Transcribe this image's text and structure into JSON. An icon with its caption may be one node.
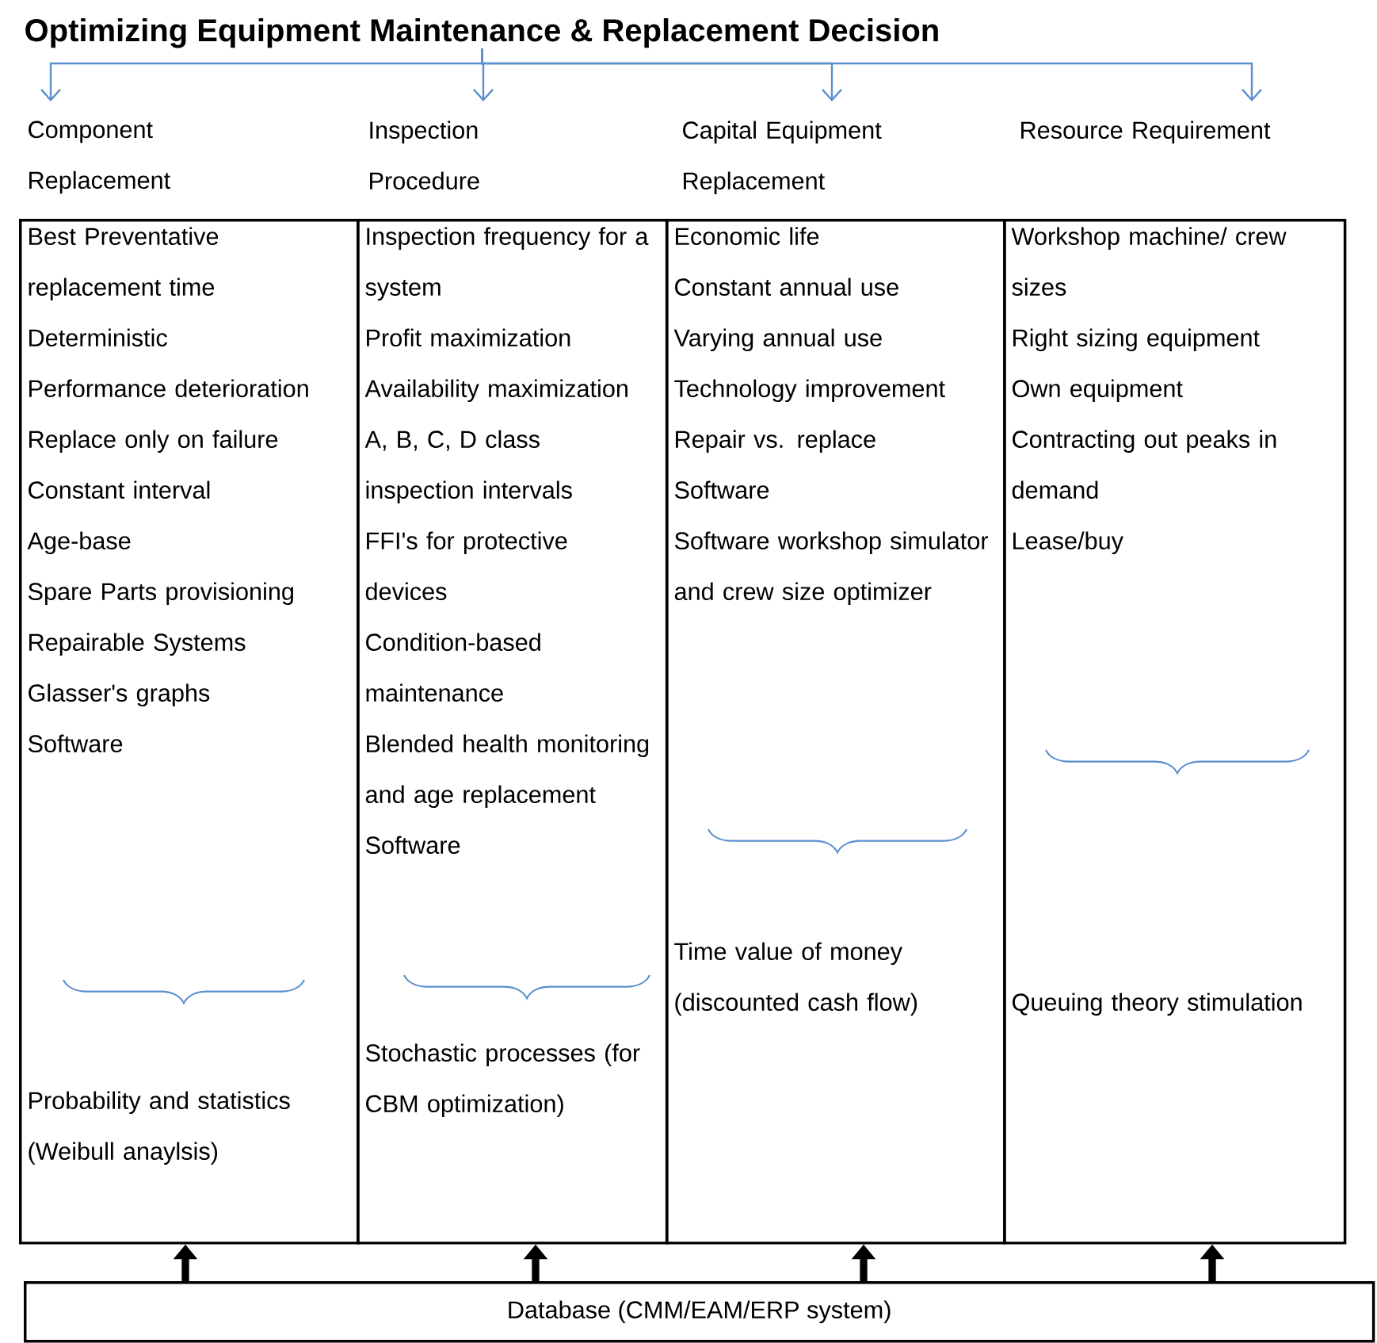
{
  "diagram": {
    "nodes": [
      {
        "text": [
          "Optimizing Equipment Maintenance & Replacement Decision"
        ]
      },
      {
        "text": [
          "Component Replacement"
        ]
      },
      {
        "text": [
          "Inspection Procedure"
        ]
      },
      {
        "text": [
          "Capital Equipment Replacement"
        ]
      },
      {
        "text": [
          "Resource Requirement"
        ]
      },
      {
        "text": [
          "Best Preventative replacement time",
          "Deterministic",
          "Performance deterioration",
          "Replace only on failure",
          "Constant interval",
          "Age-base",
          "Spare Parts provisioning",
          "Repairable Systems",
          "Glasser's graphs",
          "Software",
          "Probability and statistics (Weibull anaylsis)"
        ]
      },
      {
        "text": [
          "Inspection frequency for a system",
          "Profit maximization",
          "Availability maximization",
          "A, B, C, D class inspection intervals",
          "FFI's for protective devices",
          "Condition-based maintenance",
          "Blended health monitoring and age replacement",
          "Software",
          "Stochastic processes (for CBM optimization)"
        ]
      },
      {
        "text": [
          "Economic life",
          "Constant annual use",
          "Varying annual use",
          "Technology improvement",
          "Repair vs. replace",
          "Software",
          "Software workshop simulator and crew size optimizer",
          "Time value of money (discounted cash flow)"
        ]
      },
      {
        "text": [
          "Workshop machine/ crew sizes",
          "Right sizing equipment",
          "Own equipment",
          "Contracting out peaks in demand",
          "Lease/buy",
          "Queuing theory stimulation"
        ]
      },
      {
        "text": [
          "Database (CMM/EAM/ERP system)"
        ]
      }
    ],
    "edges": [
      {
        "from": 0,
        "to": 1,
        "arrow": "to",
        "color": "#5b8fd0"
      },
      {
        "from": 0,
        "to": 2,
        "arrow": "to",
        "color": "#5b8fd0"
      },
      {
        "from": 0,
        "to": 3,
        "arrow": "to",
        "color": "#5b8fd0"
      },
      {
        "from": 0,
        "to": 4,
        "arrow": "to",
        "color": "#5b8fd0"
      },
      {
        "from": 9,
        "to": 5,
        "arrow": "to",
        "style": "thick",
        "color": "#000000"
      },
      {
        "from": 9,
        "to": 6,
        "arrow": "to",
        "style": "thick",
        "color": "#000000"
      },
      {
        "from": 9,
        "to": 7,
        "arrow": "to",
        "style": "thick",
        "color": "#000000"
      },
      {
        "from": 9,
        "to": 8,
        "arrow": "to",
        "style": "thick",
        "color": "#000000"
      }
    ]
  }
}
